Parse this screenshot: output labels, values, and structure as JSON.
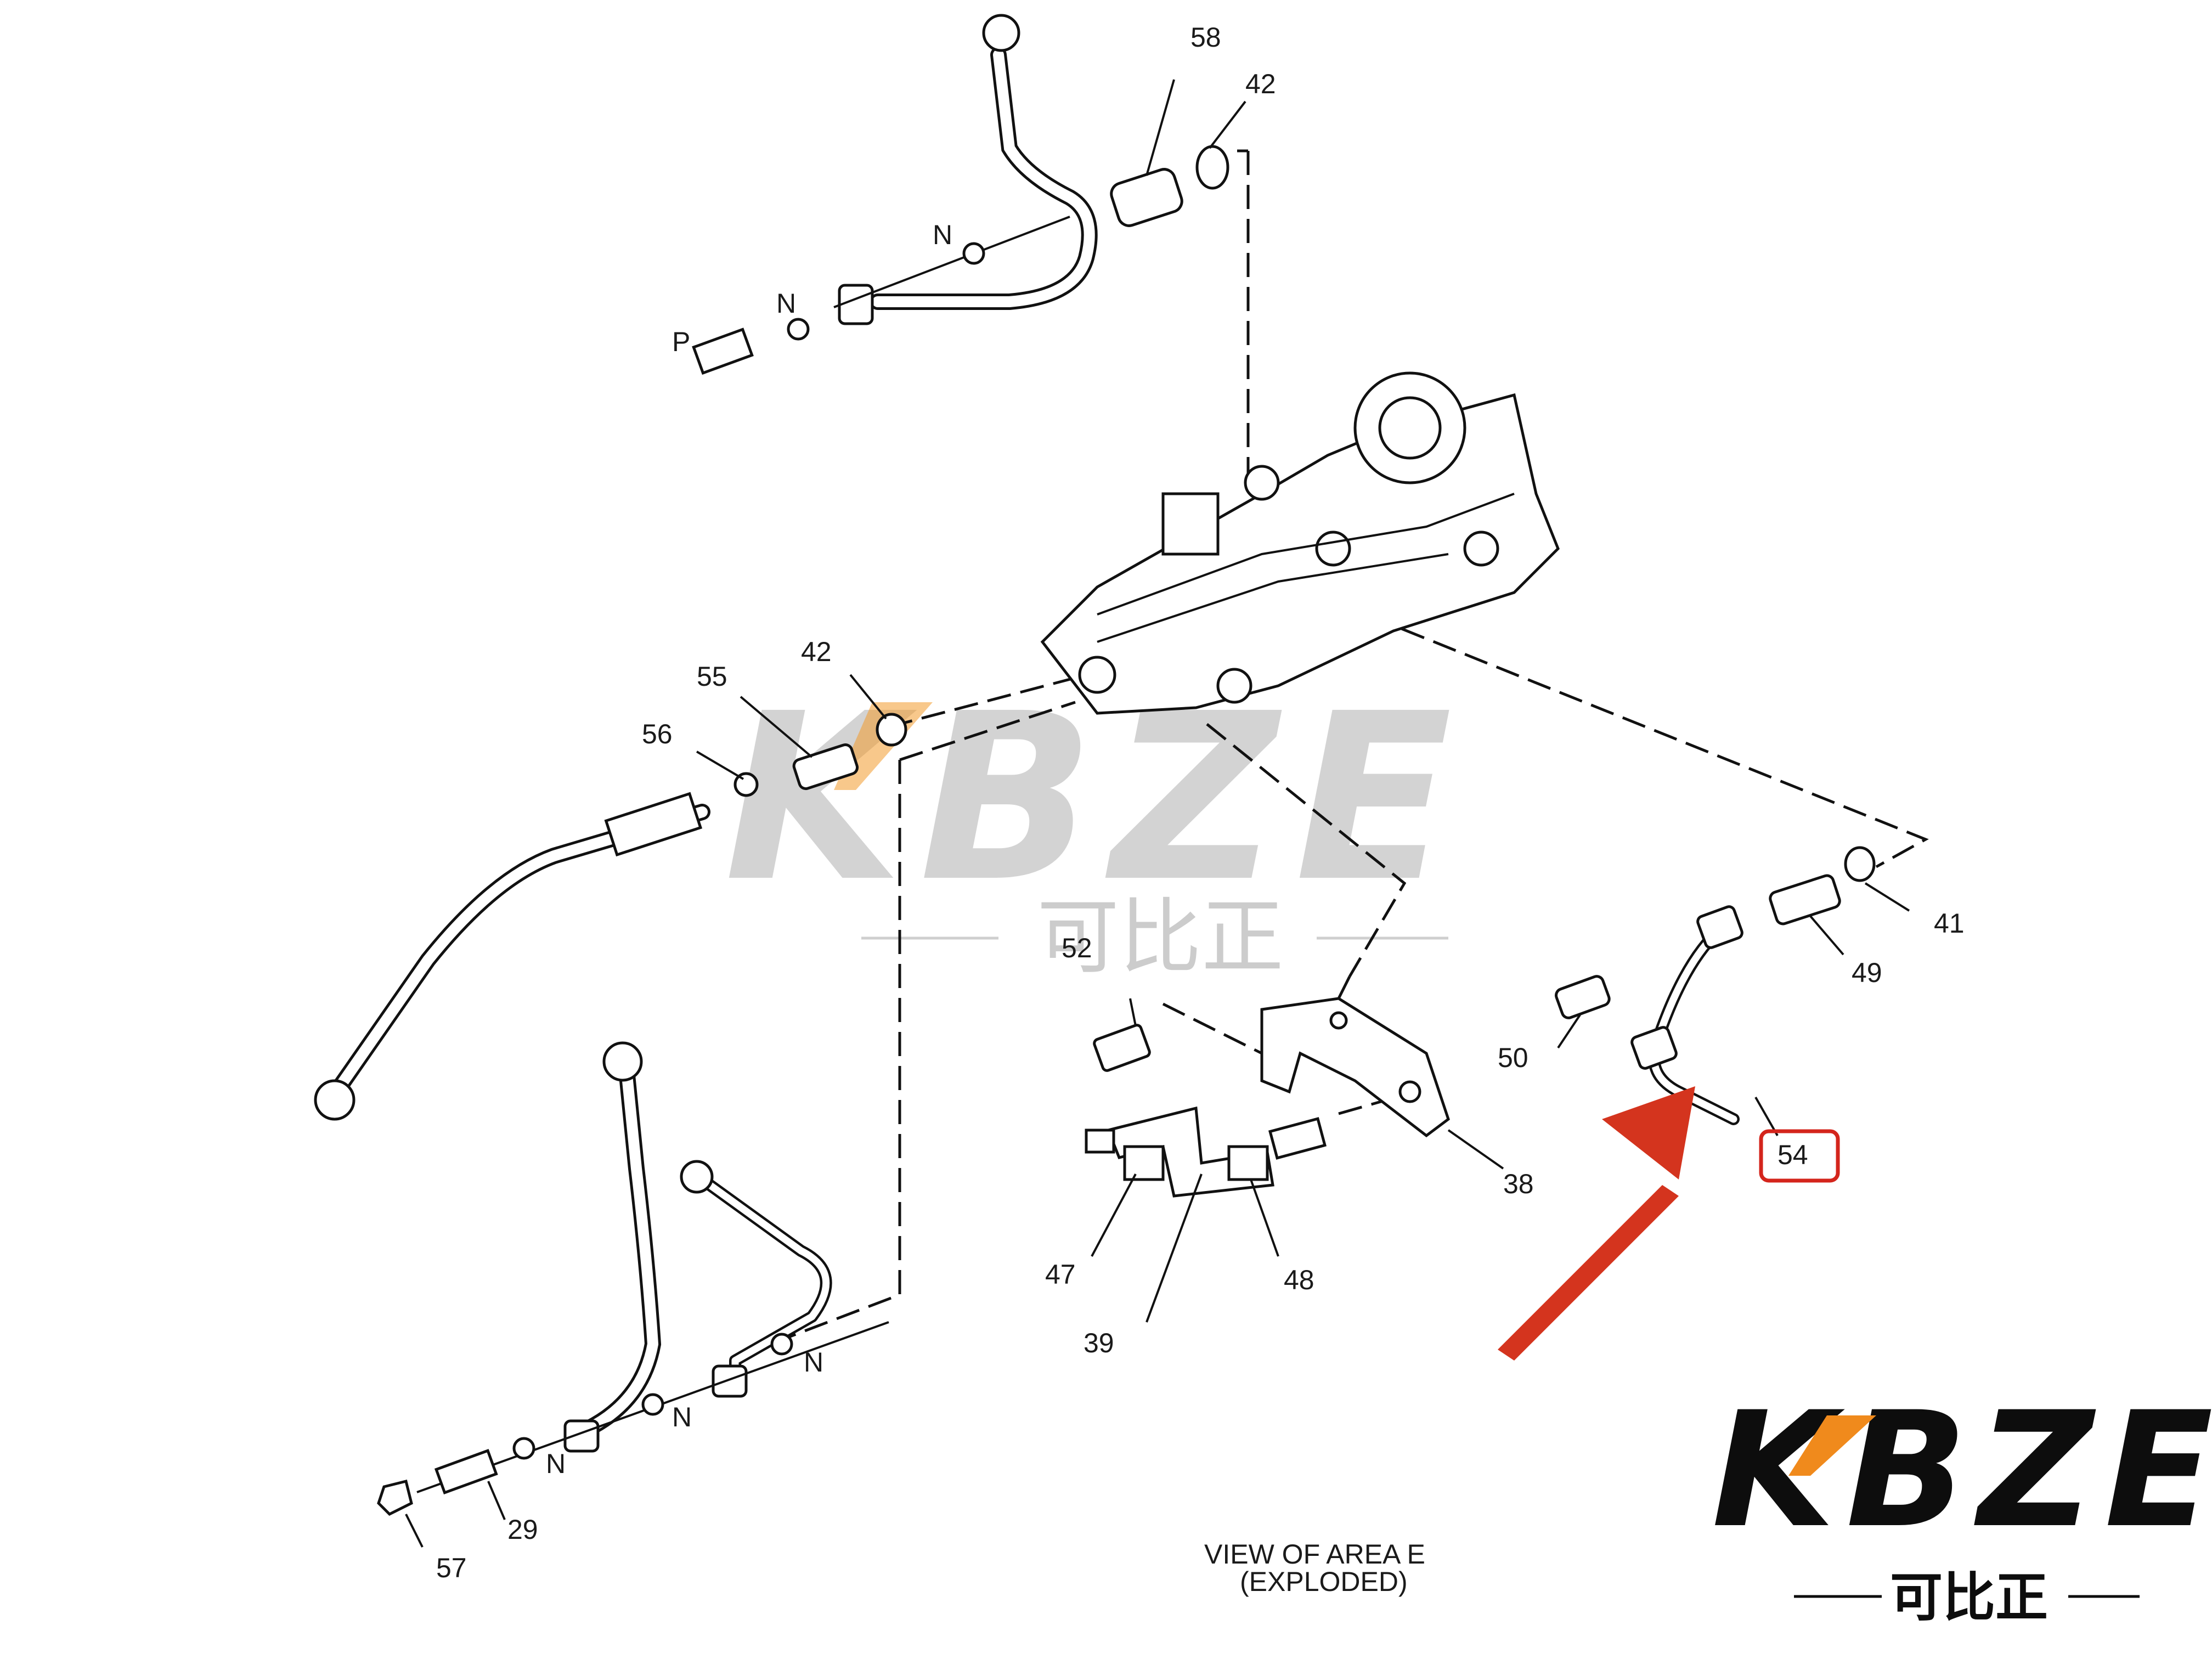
{
  "caption": {
    "line1": "VIEW OF AREA  E",
    "line2": "(EXPLODED)"
  },
  "callouts": {
    "c58": "58",
    "c42_top": "42",
    "c_n1": "N",
    "c_n2": "N",
    "c_p": "P",
    "c55": "55",
    "c42_mid": "42",
    "c56": "56",
    "c52": "52",
    "c38": "38",
    "c47": "47",
    "c48": "48",
    "c39": "39",
    "c41": "41",
    "c49": "49",
    "c50": "50",
    "c54": "54",
    "c_n3": "N",
    "c_n4": "N",
    "c_n5": "N",
    "c29": "29",
    "c57": "57"
  },
  "highlight": {
    "part": "54",
    "color": "#d4251c"
  },
  "arrow": {
    "color": "#d4341e"
  },
  "watermark": {
    "brand": "KBZE",
    "chinese": "可比正",
    "color": "#c9c9c9",
    "accent": "#f39a2b"
  },
  "logo": {
    "brand": "KBZE",
    "chinese": "可比正",
    "color": "#0d0d0d",
    "accent": "#f08a1c"
  }
}
